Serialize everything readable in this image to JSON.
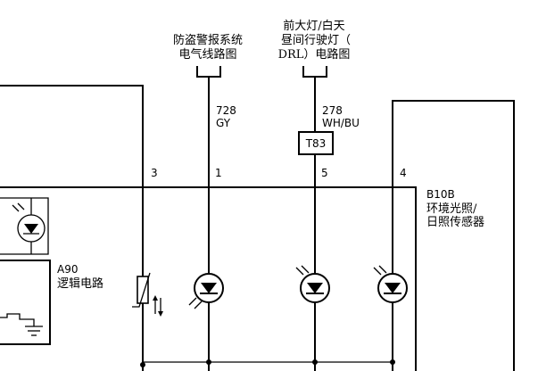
{
  "refs": {
    "theft_alarm": {
      "line1": "防盗警报系统",
      "line2": "电气线路图"
    },
    "headlamp_drl": {
      "line1": "前大灯/白天",
      "line2": "昼间行驶灯（",
      "line3": "DRL）电路图"
    }
  },
  "wires": [
    {
      "id": "728",
      "color": "GY"
    },
    {
      "id": "278",
      "color": "WH/BU"
    }
  ],
  "connector": {
    "label": "T83"
  },
  "pins": [
    "3",
    "1",
    "5",
    "4"
  ],
  "modules": {
    "b10b": {
      "code": "B10B",
      "line1": "环境光照/",
      "line2": "日照传感器"
    },
    "a90": {
      "code": "A90",
      "line1": "逻辑电路"
    }
  }
}
